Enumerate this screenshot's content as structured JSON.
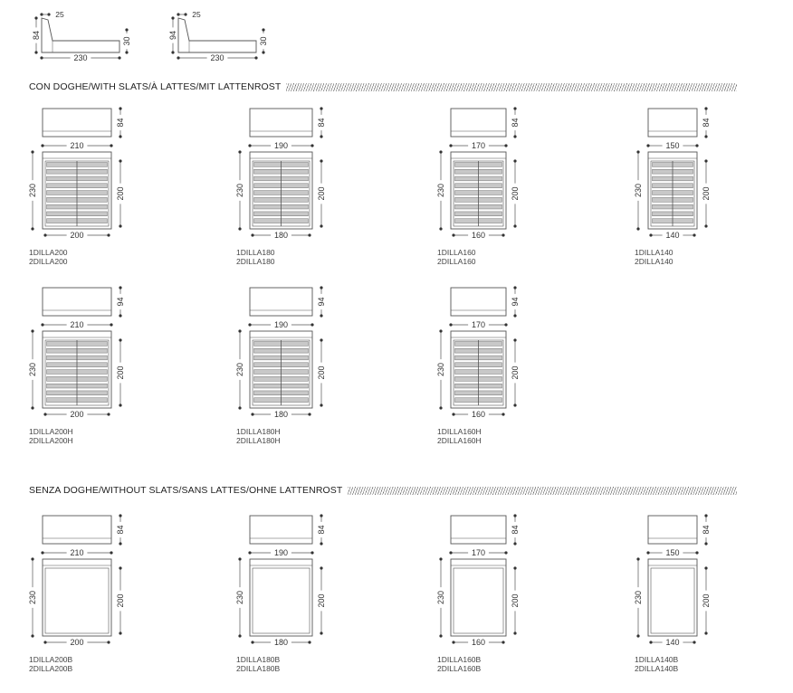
{
  "sections": [
    {
      "title": "CON DOGHE/WITH SLATS/À LATTES/MIT LATTENROST"
    },
    {
      "title": "SENZA DOGHE/WITHOUT SLATS/SANS LATTES/OHNE LATTENROST"
    }
  ],
  "side_views": [
    {
      "height": "84",
      "headboard_depth": "25",
      "frame_height": "30",
      "length": "230"
    },
    {
      "height": "94",
      "headboard_depth": "25",
      "frame_height": "30",
      "length": "230"
    }
  ],
  "beds": [
    {
      "width": "210",
      "mattress": "200",
      "length": "230",
      "length_inner": "200",
      "height": "84",
      "slats": true,
      "code1": "1DILLA200",
      "code2": "2DILLA200"
    },
    {
      "width": "190",
      "mattress": "180",
      "length": "230",
      "length_inner": "200",
      "height": "84",
      "slats": true,
      "code1": "1DILLA180",
      "code2": "2DILLA180"
    },
    {
      "width": "170",
      "mattress": "160",
      "length": "230",
      "length_inner": "200",
      "height": "84",
      "slats": true,
      "code1": "1DILLA160",
      "code2": "2DILLA160"
    },
    {
      "width": "150",
      "mattress": "140",
      "length": "230",
      "length_inner": "200",
      "height": "84",
      "slats": true,
      "code1": "1DILLA140",
      "code2": "2DILLA140"
    },
    {
      "width": "210",
      "mattress": "200",
      "length": "230",
      "length_inner": "200",
      "height": "94",
      "slats": true,
      "code1": "1DILLA200H",
      "code2": "2DILLA200H"
    },
    {
      "width": "190",
      "mattress": "180",
      "length": "230",
      "length_inner": "200",
      "height": "94",
      "slats": true,
      "code1": "1DILLA180H",
      "code2": "2DILLA180H"
    },
    {
      "width": "170",
      "mattress": "160",
      "length": "230",
      "length_inner": "200",
      "height": "94",
      "slats": true,
      "code1": "1DILLA160H",
      "code2": "2DILLA160H"
    },
    {
      "width": "210",
      "mattress": "200",
      "length": "230",
      "length_inner": "200",
      "height": "84",
      "slats": false,
      "code1": "1DILLA200B",
      "code2": "2DILLA200B"
    },
    {
      "width": "190",
      "mattress": "180",
      "length": "230",
      "length_inner": "200",
      "height": "84",
      "slats": false,
      "code1": "1DILLA180B",
      "code2": "2DILLA180B"
    },
    {
      "width": "170",
      "mattress": "160",
      "length": "230",
      "length_inner": "200",
      "height": "84",
      "slats": false,
      "code1": "1DILLA160B",
      "code2": "2DILLA160B"
    },
    {
      "width": "150",
      "mattress": "140",
      "length": "230",
      "length_inner": "200",
      "height": "84",
      "slats": false,
      "code1": "1DILLA140B",
      "code2": "2DILLA140B"
    }
  ],
  "colors": {
    "line": "#555555",
    "slat": "#c8c8c8",
    "text": "#333333"
  }
}
